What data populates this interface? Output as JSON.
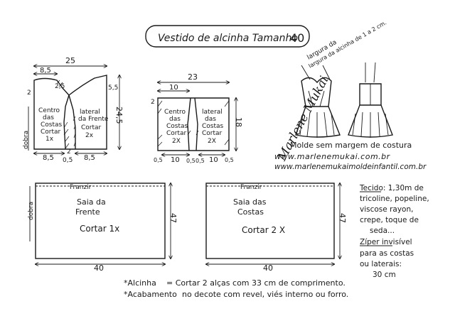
{
  "title": "Vestido de alcinha Tamanho",
  "size": "40",
  "pattern_front": {
    "top_width": "25",
    "upper_left_width": "8,5",
    "dart_label": "2,5",
    "left_small": "2",
    "right_small": "5,5",
    "height": "24,5",
    "center_back_label": [
      "Centro",
      "das",
      "Costas",
      "Cortar",
      "1x"
    ],
    "lateral_front_label": [
      "lateral",
      "da Frente",
      "Cortar",
      "2x"
    ],
    "fold_label": "dobra",
    "bottom_left": "8,5",
    "bottom_mid": "2",
    "bottom_right": "8,5",
    "bottom_small": "0,5"
  },
  "pattern_back": {
    "top_width": "23",
    "inner_width": "10",
    "left_small": "2",
    "height": "18",
    "center_back_label": [
      "Centro",
      "das",
      "Costas",
      "Cortar",
      "2X"
    ],
    "lateral_back_label": [
      "lateral",
      "das",
      "Costas",
      "Cortar",
      "2X"
    ],
    "bottom_left_small": "0,5",
    "bottom_left": "10",
    "bottom_mid": "0,5",
    "bottom_mid2": "0,5",
    "bottom_right": "10",
    "bottom_right_small": "0,5"
  },
  "dress_note": "largura da alcinha de 1 a 2 cm.",
  "signature": "Marlene Mukai",
  "mold_note": "Molde sem margem de costura",
  "website1": "www.marlenemukai.com.br",
  "website2": "www.marlenemukaimoldeinfantil.com.br",
  "skirt_front": {
    "franzir": "Franzir",
    "title": [
      "Saia da",
      "Frente"
    ],
    "cut": "Cortar 1x",
    "fold": "dobra",
    "height": "47",
    "width": "40"
  },
  "skirt_back": {
    "franzir": "Franzir",
    "title": [
      "Saia das",
      "Costas"
    ],
    "cut": "Cortar 2 X",
    "height": "47",
    "width": "40"
  },
  "fabric_notes": [
    "Tecido: 1,30m de",
    "tricoline, popeline,",
    "viscose rayon,",
    "crepe, toque de",
    "seda...",
    "Zíper invisível",
    "para as costas",
    "ou laterais:",
    "30 cm"
  ],
  "footnote1_label": "*Alcinha",
  "footnote1_text": "= Cortar 2 alças com 33 cm  de comprimento.",
  "footnote2_label": "*Acabamento",
  "footnote2_text": "no decote com revel, viés interno ou forro."
}
